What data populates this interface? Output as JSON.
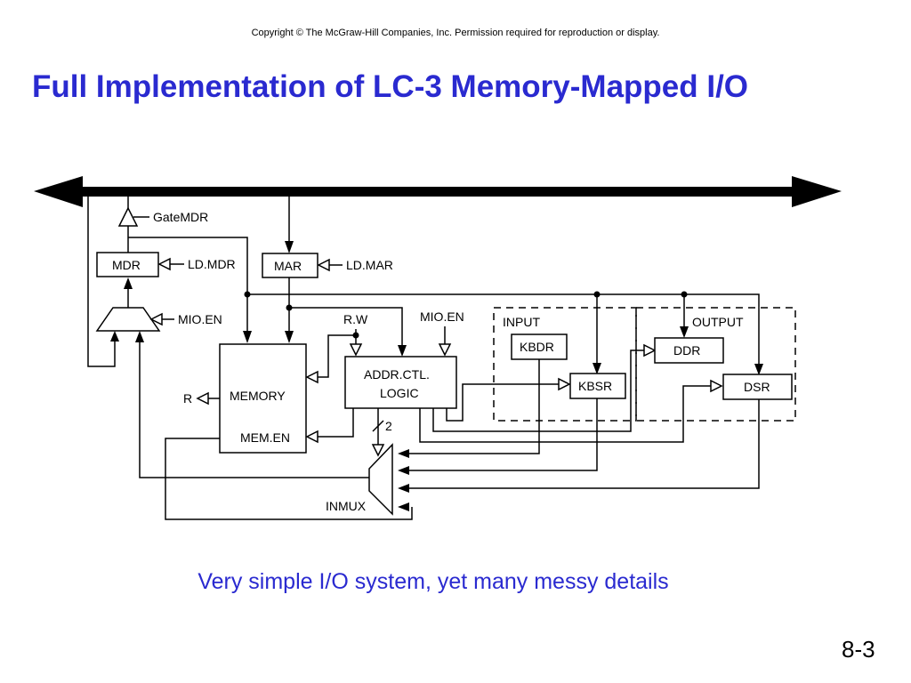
{
  "header": {
    "copyright": "Copyright © The McGraw-Hill Companies, Inc.  Permission required for reproduction or display.",
    "title": "Full Implementation of LC-3 Memory-Mapped I/O"
  },
  "diagram": {
    "labels": {
      "gate_mdr": "GateMDR",
      "mdr": "MDR",
      "ld_mdr": "LD.MDR",
      "mar": "MAR",
      "ld_mar": "LD.MAR",
      "mio_en_left": "MIO.EN",
      "mio_en_right": "MIO.EN",
      "r_w": "R.W",
      "memory": "MEMORY",
      "mem_en": "MEM.EN",
      "r": "R",
      "addr_ctl_line1": "ADDR.CTL.",
      "addr_ctl_line2": "LOGIC",
      "bus_width": "2",
      "inmux": "INMUX",
      "input_group": "INPUT",
      "output_group": "OUTPUT",
      "kbdr": "KBDR",
      "kbsr": "KBSR",
      "ddr": "DDR",
      "dsr": "DSR"
    }
  },
  "footer": {
    "subtitle": "Very simple I/O system, yet many messy details",
    "page_number": "8-3"
  }
}
